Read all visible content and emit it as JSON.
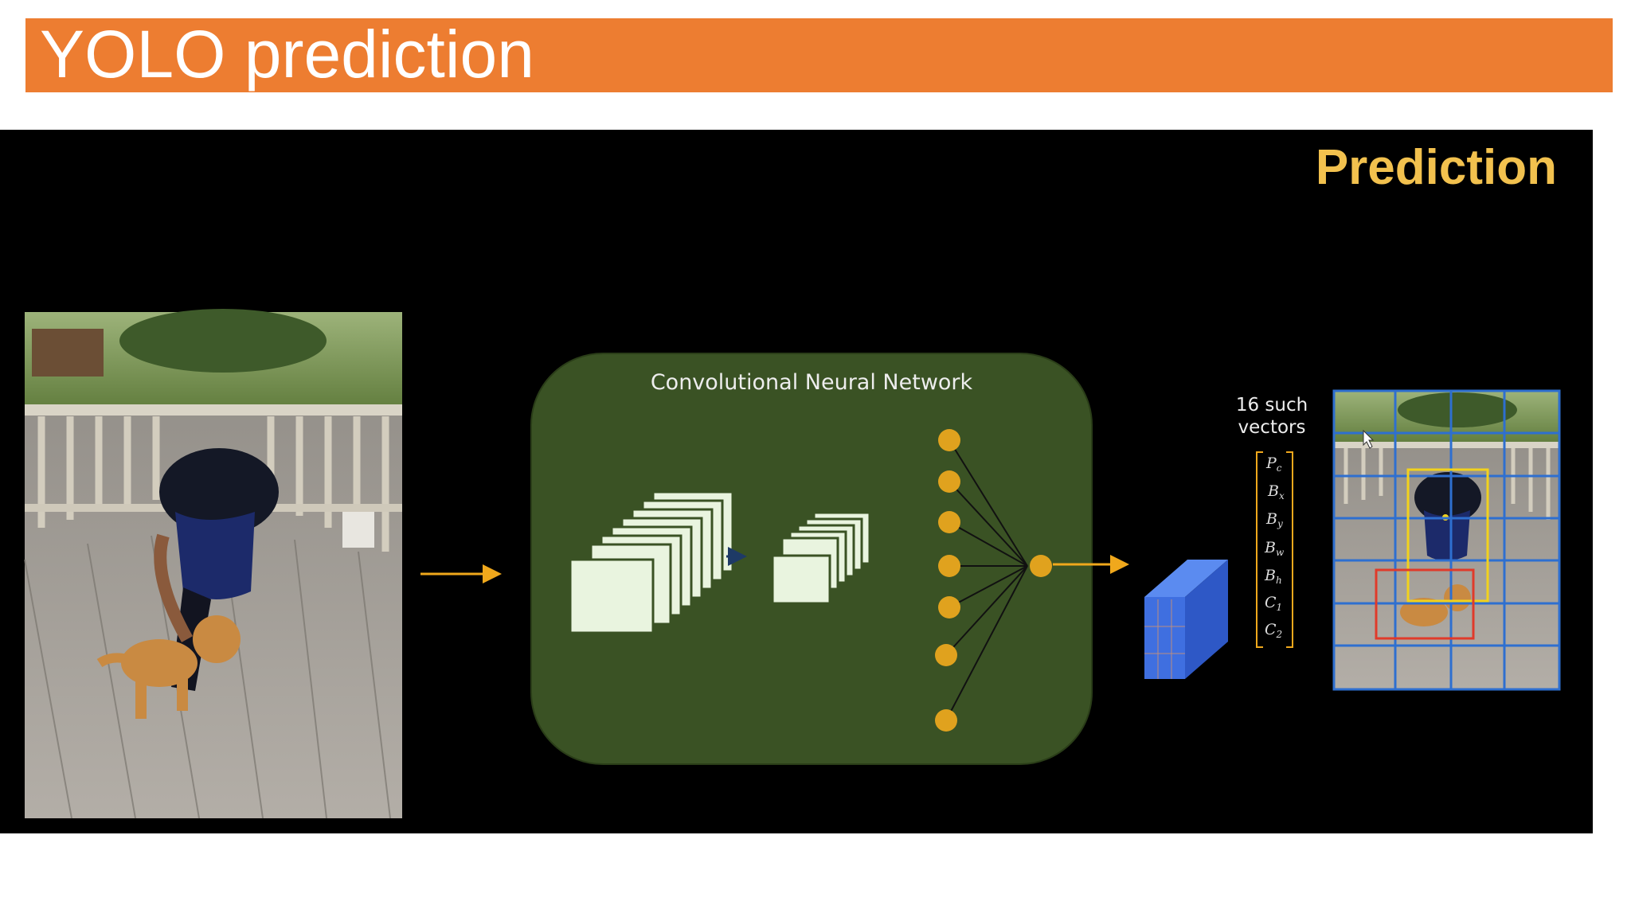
{
  "slide": {
    "title": "YOLO prediction"
  },
  "video": {
    "heading": "Prediction",
    "cnn_label": "Convolutional Neural Network",
    "vector_caption": [
      "16 such",
      "vectors"
    ],
    "vector_entries": [
      {
        "base": "P",
        "sub": "c"
      },
      {
        "base": "B",
        "sub": "x"
      },
      {
        "base": "B",
        "sub": "y"
      },
      {
        "base": "B",
        "sub": "w"
      },
      {
        "base": "B",
        "sub": "h"
      },
      {
        "base": "C",
        "sub": "1"
      },
      {
        "base": "C",
        "sub": "2"
      }
    ]
  },
  "colors": {
    "title_bar": "#ED7D31",
    "heading": "#F2C14E",
    "cnn_box": "#3A5224",
    "neuron": "#E0A21E",
    "arrow": "#F0A81C",
    "cube": "#3F6FE0",
    "grid": "#2E6FD0",
    "box_person": "#F2D21C",
    "box_dog": "#E03A2A"
  }
}
